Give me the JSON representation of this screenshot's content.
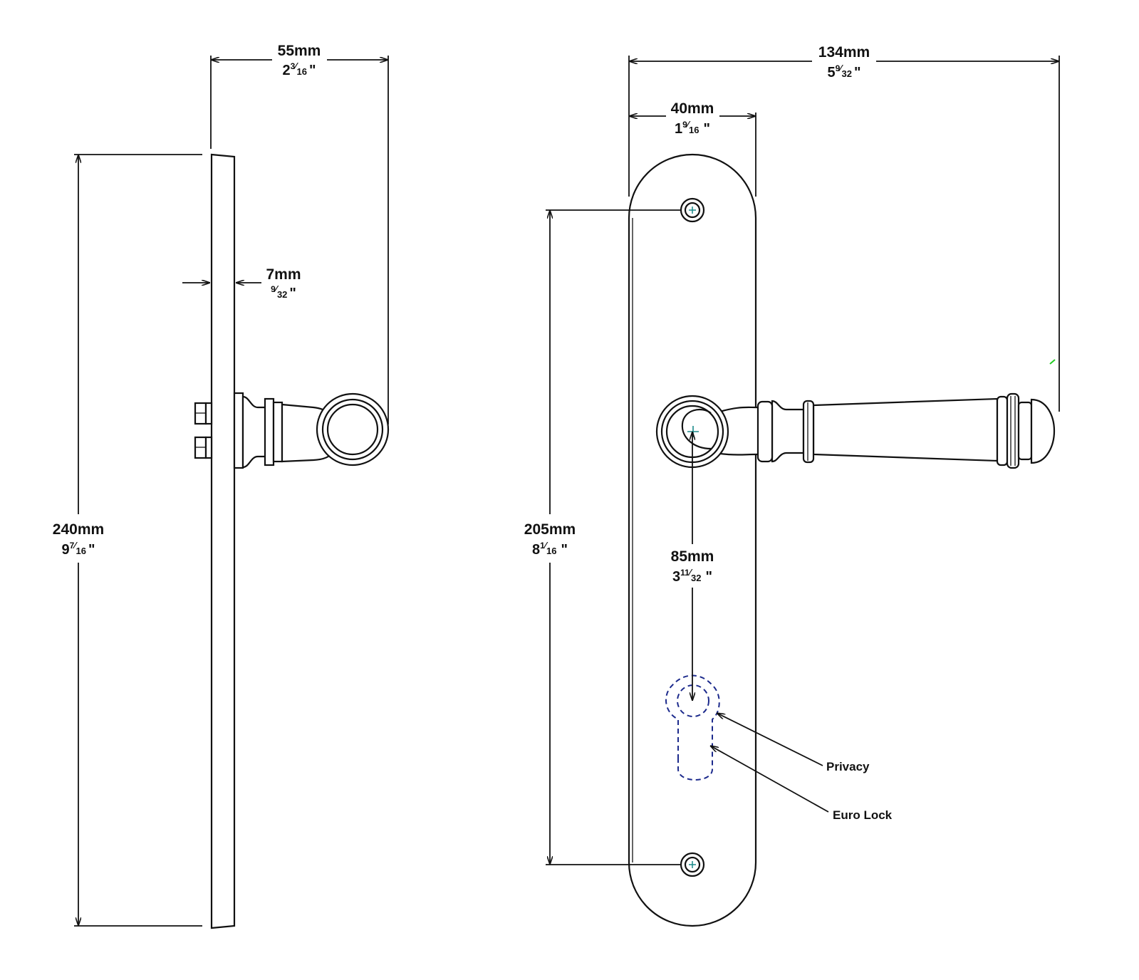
{
  "dimensions": {
    "side_projection": {
      "mm": "55mm",
      "in_whole": "2",
      "in_num": "3",
      "in_den": "16",
      "in_mark": "\""
    },
    "plate_thickness": {
      "mm": "7mm",
      "in_whole": "",
      "in_num": "9",
      "in_den": "32",
      "in_mark": "\""
    },
    "overall_height": {
      "mm": "240mm",
      "in_whole": "9",
      "in_num": "7",
      "in_den": "16",
      "in_mark": "\""
    },
    "overall_width": {
      "mm": "134mm",
      "in_whole": "5",
      "in_num": "9",
      "in_den": "32",
      "in_mark": "\""
    },
    "plate_width": {
      "mm": "40mm",
      "in_whole": "1",
      "in_num": "9",
      "in_den": "16",
      "in_mark": "\""
    },
    "screw_centres": {
      "mm": "205mm",
      "in_whole": "8",
      "in_num": "1",
      "in_den": "16",
      "in_mark": "\""
    },
    "backset_centre": {
      "mm": "85mm",
      "in_whole": "3",
      "in_num": "11",
      "in_den": "32",
      "in_mark": "\""
    }
  },
  "callouts": {
    "privacy": "Privacy",
    "euro_lock": "Euro Lock"
  },
  "colors": {
    "line": "#111111",
    "lock_outline": "#1c2a8c",
    "centre_mark": "#1a8a8a",
    "stray_mark": "#22cc22"
  }
}
